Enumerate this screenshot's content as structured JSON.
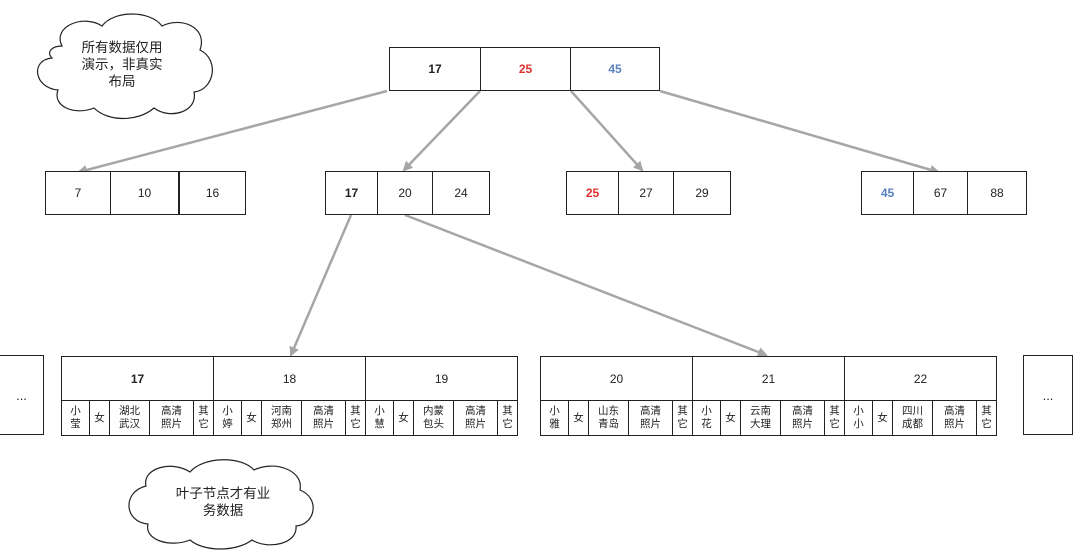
{
  "colors": {
    "line": "#222222",
    "arrow": "#a6a6a6",
    "red": "#e03030",
    "blue": "#5a7fbf"
  },
  "root": {
    "keys": [
      {
        "label": "17",
        "color": "#222222",
        "bold": true
      },
      {
        "label": "25",
        "color": "#e03030",
        "bold": true
      },
      {
        "label": "45",
        "color": "#5a7fbf",
        "bold": true
      }
    ]
  },
  "internal": [
    {
      "keys": [
        {
          "label": "7"
        },
        {
          "label": "10"
        },
        {
          "label": "16"
        }
      ]
    },
    {
      "keys": [
        {
          "label": "17",
          "bold": true
        },
        {
          "label": "20"
        },
        {
          "label": "24"
        }
      ]
    },
    {
      "keys": [
        {
          "label": "25",
          "bold": true,
          "color": "#e03030"
        },
        {
          "label": "27"
        },
        {
          "label": "29"
        }
      ]
    },
    {
      "keys": [
        {
          "label": "45",
          "bold": true,
          "color": "#5a7fbf"
        },
        {
          "label": "67"
        },
        {
          "label": "88"
        }
      ]
    }
  ],
  "leaves": [
    {
      "key": "17",
      "bold": true,
      "fields": [
        "小\n莹",
        "女",
        "湖北\n武汉",
        "高清\n照片",
        "其\n它"
      ]
    },
    {
      "key": "18",
      "fields": [
        "小\n婷",
        "女",
        "河南\n郑州",
        "高清\n照片",
        "其\n它"
      ]
    },
    {
      "key": "19",
      "fields": [
        "小\n慧",
        "女",
        "内蒙\n包头",
        "高清\n照片",
        "其\n它"
      ]
    },
    {
      "key": "20",
      "fields": [
        "小\n雅",
        "女",
        "山东\n青岛",
        "高清\n照片",
        "其\n它"
      ]
    },
    {
      "key": "21",
      "fields": [
        "小\n花",
        "女",
        "云南\n大理",
        "高清\n照片",
        "其\n它"
      ]
    },
    {
      "key": "22",
      "fields": [
        "小\n小",
        "女",
        "四川\n成都",
        "高清\n照片",
        "其\n它"
      ]
    }
  ],
  "ellipsis": {
    "left": "...",
    "right": "..."
  },
  "clouds": {
    "top": "所有数据仅用\n演示，非真实\n布局",
    "bottom": "叶子节点才有业\n务数据"
  }
}
